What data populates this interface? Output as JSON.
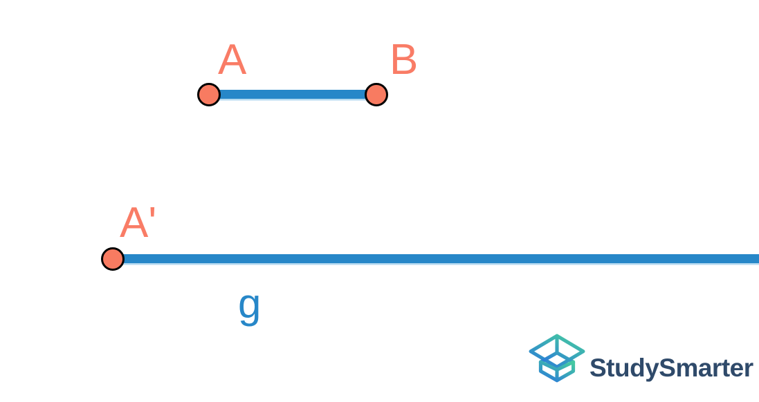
{
  "figure": {
    "description": "Geometry diagram: segment AB above, and line g through point A'",
    "labels": {
      "a": "A",
      "b": "B",
      "a_prime": "A'",
      "g": "g"
    },
    "points": [
      {
        "name": "A",
        "on": "segment AB (left endpoint)"
      },
      {
        "name": "B",
        "on": "segment AB (right endpoint)"
      },
      {
        "name": "A'",
        "on": "line g (left endpoint, line extends to right edge)"
      }
    ]
  },
  "colors": {
    "line": "#2787c8",
    "line_halo": "#b5daf0",
    "point_fill": "#f87b61",
    "point_stroke": "#000000",
    "point_label": "#f97c66",
    "logo_text": "#2f4a6a",
    "logo_gradient_top": "#45c8a2",
    "logo_gradient_bottom": "#2b7ed7"
  },
  "watermark": {
    "brand": "StudySmarter"
  }
}
